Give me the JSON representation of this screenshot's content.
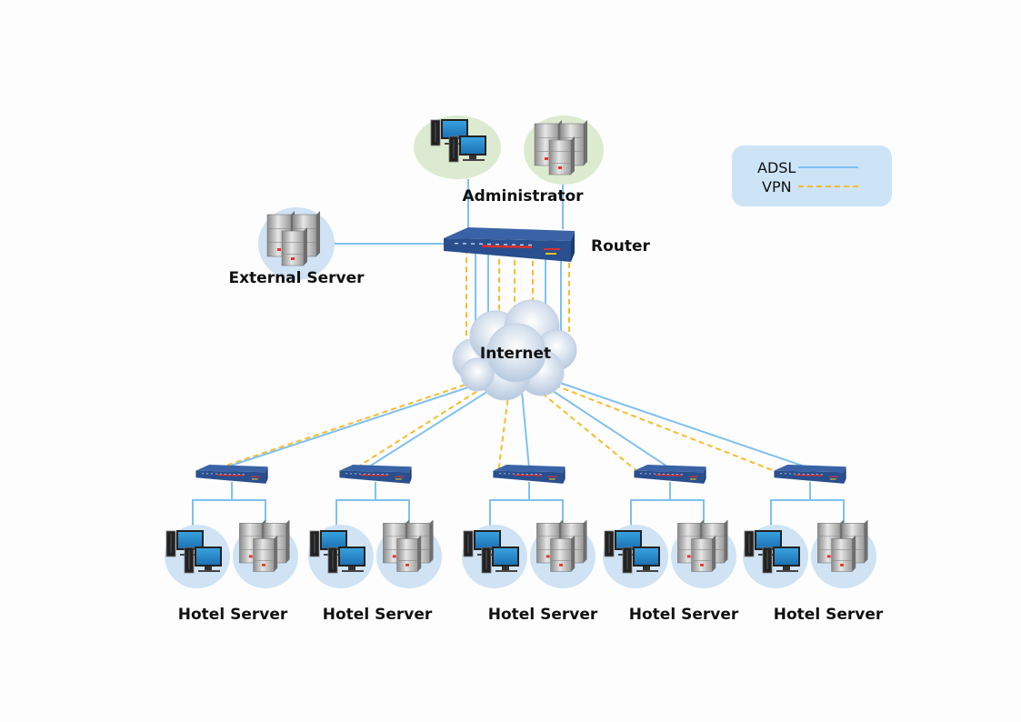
{
  "labels": {
    "administrator": "Administrator",
    "router": "Router",
    "external_server": "External Server",
    "internet": "Internet"
  },
  "hotels": [
    {
      "label": "Hotel Server"
    },
    {
      "label": "Hotel Server"
    },
    {
      "label": "Hotel Server"
    },
    {
      "label": "Hotel Server"
    },
    {
      "label": "Hotel Server"
    }
  ],
  "legend": {
    "items": [
      {
        "label": "ADSL",
        "style": "solid",
        "color": "#7fc1ef"
      },
      {
        "label": "VPN",
        "style": "dashed",
        "color": "#f8bc2c"
      }
    ]
  },
  "colors": {
    "adsl": "#7fc1ef",
    "vpn": "#f8bc2c",
    "admin_bg": "#dcebd0",
    "site_bg": "#cfe3f5",
    "legend_bg": "#cde3f6",
    "router": "#2a4f8f"
  }
}
